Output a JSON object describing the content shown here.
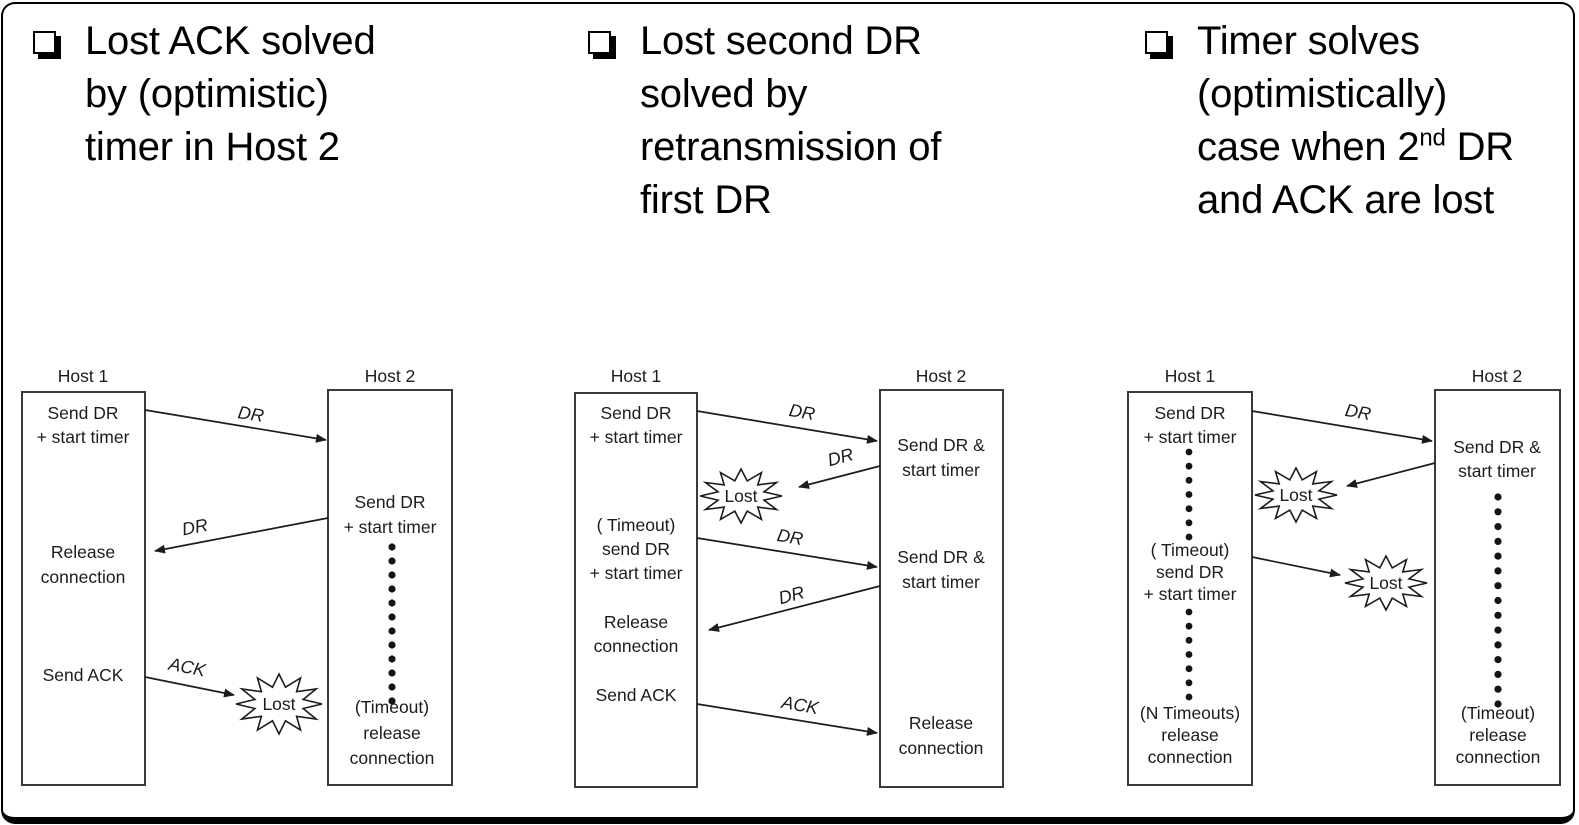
{
  "colors": {
    "ink": "#1c1c1c",
    "frame": "#000000",
    "paper": "#ffffff"
  },
  "bullets": [
    {
      "lines": [
        "Lost ACK solved",
        "by (optimistic)",
        "timer in Host 2"
      ]
    },
    {
      "lines": [
        "Lost second DR",
        "solved by",
        "retransmission of",
        "first DR"
      ]
    },
    {
      "lines": [
        "Timer solves",
        "(optimistically)"
      ],
      "sup_line": {
        "pre": "case when 2",
        "sup": "nd",
        "post": " DR"
      },
      "last_line": "and ACK are lost"
    }
  ],
  "d1": {
    "host1_title": "Host 1",
    "host2_title": "Host 2",
    "h1_l1": "Send DR",
    "h1_l2": "+ start timer",
    "h1_l3": "Release",
    "h1_l4": "connection",
    "h1_l5": "Send ACK",
    "h2_l1": "Send DR",
    "h2_l2": "+ start timer",
    "h2_l3": "(Timeout)",
    "h2_l4": "release",
    "h2_l5": "connection",
    "a1": "DR",
    "a2": "DR",
    "a3": "ACK",
    "lost": "Lost"
  },
  "d2": {
    "host1_title": "Host 1",
    "host2_title": "Host 2",
    "h1_l1": "Send DR",
    "h1_l2": "+ start timer",
    "h1_l3": "( Timeout)",
    "h1_l4": "send DR",
    "h1_l5": "+ start timer",
    "h1_l6": "Release",
    "h1_l7": "connection",
    "h1_l8": "Send ACK",
    "h2_l1": "Send DR &",
    "h2_l2": "start timer",
    "h2_l3": "Send DR &",
    "h2_l4": "start timer",
    "h2_l5": "Release",
    "h2_l6": "connection",
    "a1": "DR",
    "a2": "DR",
    "a3": "DR",
    "a4": "DR",
    "a5": "ACK",
    "lost": "Lost"
  },
  "d3": {
    "host1_title": "Host 1",
    "host2_title": "Host 2",
    "h1_l1": "Send DR",
    "h1_l2": "+ start timer",
    "h1_l3": "( Timeout)",
    "h1_l4": "send DR",
    "h1_l5": "+ start timer",
    "h1_l6": "(N Timeouts)",
    "h1_l7": "release",
    "h1_l8": "connection",
    "h2_l1": "Send DR &",
    "h2_l2": "start timer",
    "h2_l3": "(Timeout)",
    "h2_l4": "release",
    "h2_l5": "connection",
    "a1": "DR",
    "lost1": "Lost",
    "lost2": "Lost"
  }
}
